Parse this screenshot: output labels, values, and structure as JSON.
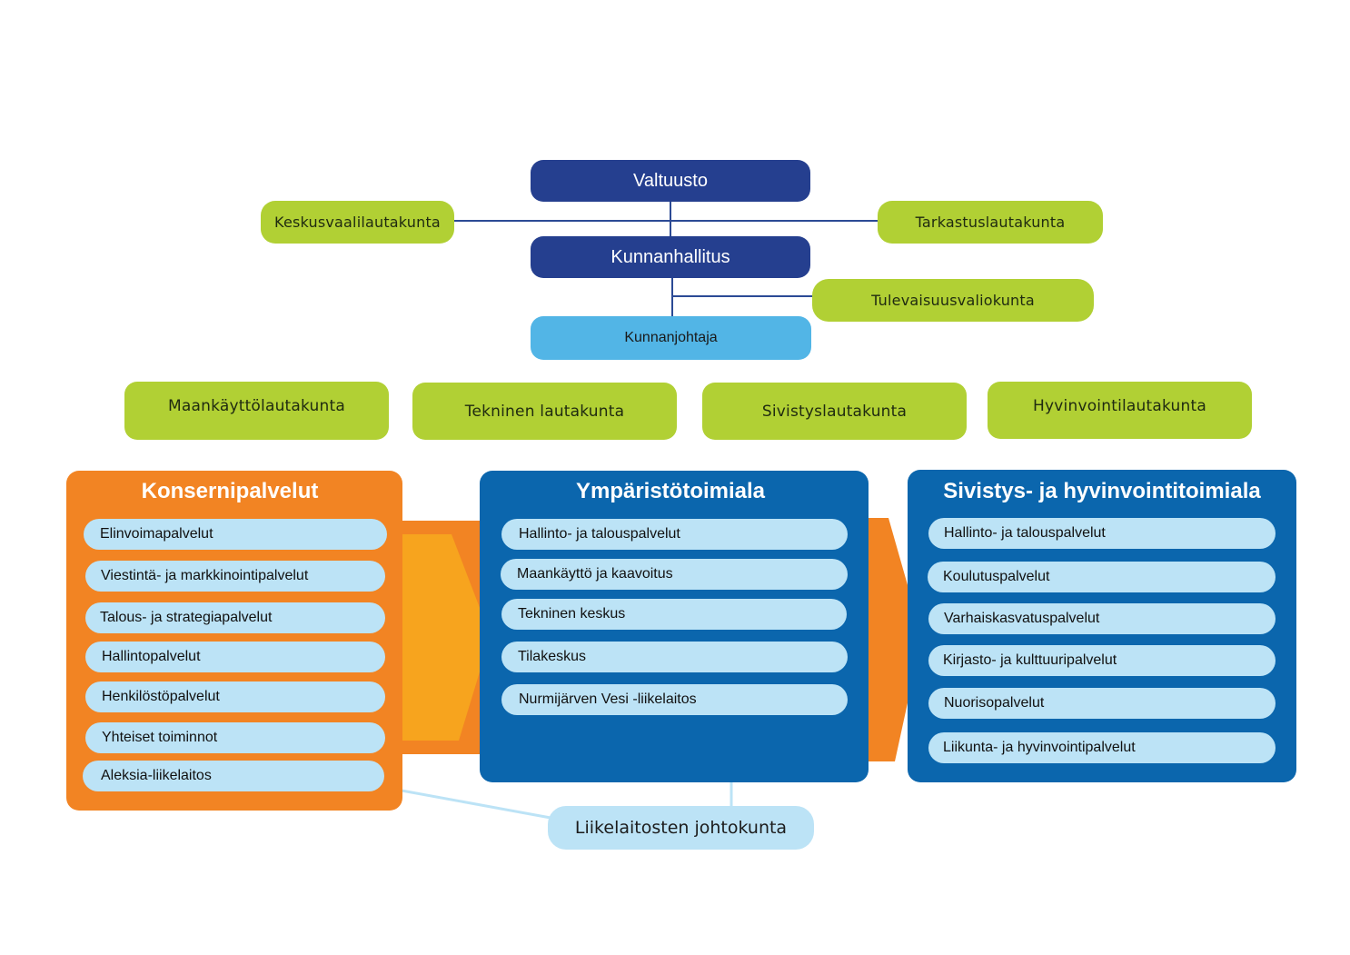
{
  "colors": {
    "dark_blue": "#253f8f",
    "light_blue": "#52b5e6",
    "green": "#b1d034",
    "orange": "#f28423",
    "orange_light": "#f7a41e",
    "panel_blue": "#0b66ad",
    "item_blue": "#bce3f6"
  },
  "top": {
    "valtuusto": "Valtuusto",
    "kunnanhallitus": "Kunnanhallitus",
    "kunnanjohtaja": "Kunnanjohtaja",
    "keskusvaalilautakunta": "Keskusvaalilautakunta",
    "tarkastuslautakunta": "Tarkastuslautakunta",
    "tulevaisuusvaliokunta": "Tulevaisuusvaliokunta"
  },
  "committees": [
    "Maankäyttölautakunta",
    "Tekninen lautakunta",
    "Sivistyslautakunta",
    "Hyvinvointilautakunta"
  ],
  "konserni": {
    "title": "Konsernipalvelut",
    "items": [
      "Elinvoimapalvelut",
      "Viestintä- ja markkinointipalvelut",
      "Talous- ja strategiapalvelut",
      "Hallintopalvelut",
      "Henkilöstöpalvelut",
      "Yhteiset toiminnot",
      "Aleksia-liikelaitos"
    ]
  },
  "ymparisto": {
    "title": "Ympäristötoimiala",
    "items": [
      "Hallinto- ja talouspalvelut",
      "Maankäyttö ja kaavoitus",
      "Tekninen keskus",
      "Tilakeskus",
      "Nurmijärven Vesi -liikelaitos"
    ]
  },
  "sivistys": {
    "title": "Sivistys- ja hyvinvointitoimiala",
    "items": [
      "Hallinto- ja talouspalvelut",
      "Koulutuspalvelut",
      "Varhaiskasvatuspalvelut",
      "Kirjasto- ja kulttuuripalvelut",
      "Nuorisopalvelut",
      "Liikunta- ja hyvinvointipalvelut"
    ]
  },
  "liikelaitos_board": "Liikelaitosten johtokunta"
}
